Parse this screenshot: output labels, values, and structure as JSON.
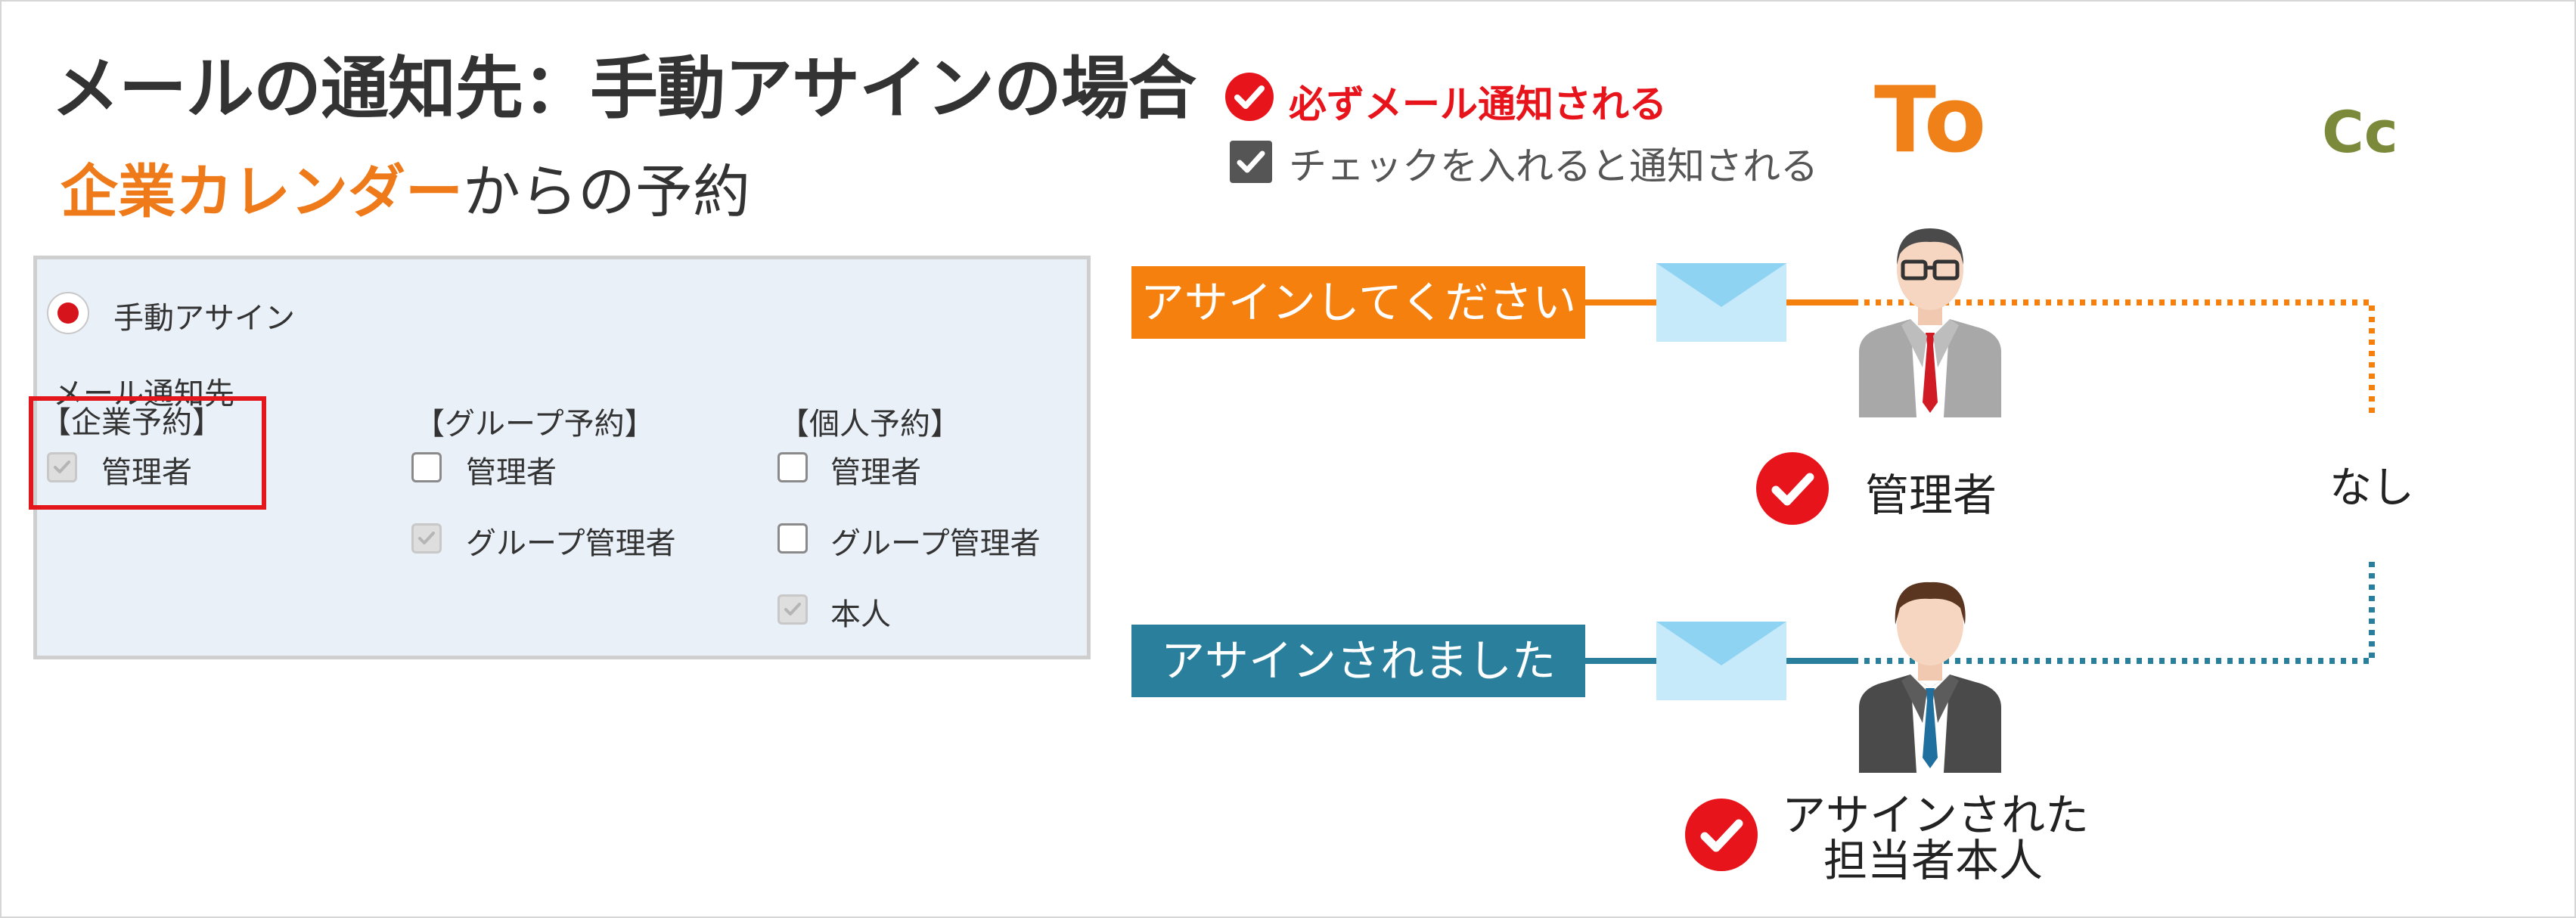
{
  "header": {
    "title": "メールの通知先：手動アサインの場合",
    "subtitle_highlight": "企業カレンダー",
    "subtitle_rest": "からの予約"
  },
  "legend": {
    "required_label": "必ずメール通知される",
    "checkbox_label": "チェックを入れると通知される"
  },
  "columns": {
    "to": "To",
    "cc": "Cc"
  },
  "panel": {
    "assign_mode": "手動アサイン",
    "notify_label": "メール通知先",
    "groups": [
      {
        "title": "【企業予約】",
        "items": [
          {
            "label": "管理者",
            "checked": true,
            "disabled": true
          }
        ]
      },
      {
        "title": "【グループ予約】",
        "items": [
          {
            "label": "管理者",
            "checked": false,
            "disabled": false
          },
          {
            "label": "グループ管理者",
            "checked": true,
            "disabled": true
          }
        ]
      },
      {
        "title": "【個人予約】",
        "items": [
          {
            "label": "管理者",
            "checked": false,
            "disabled": false
          },
          {
            "label": "グループ管理者",
            "checked": false,
            "disabled": false
          },
          {
            "label": "本人",
            "checked": true,
            "disabled": true
          }
        ]
      }
    ]
  },
  "flow": {
    "request_banner": "アサインしてください",
    "done_banner": "アサインされました",
    "admin_label": "管理者",
    "assignee_label_line1": "アサインされた",
    "assignee_label_line2": "担当者本人",
    "cc_none": "なし"
  },
  "colors": {
    "orange": "#f5800e",
    "teal": "#2a809c",
    "red": "#e3161b",
    "olive": "#7a8a3a",
    "envelope": "#c7eafb"
  }
}
